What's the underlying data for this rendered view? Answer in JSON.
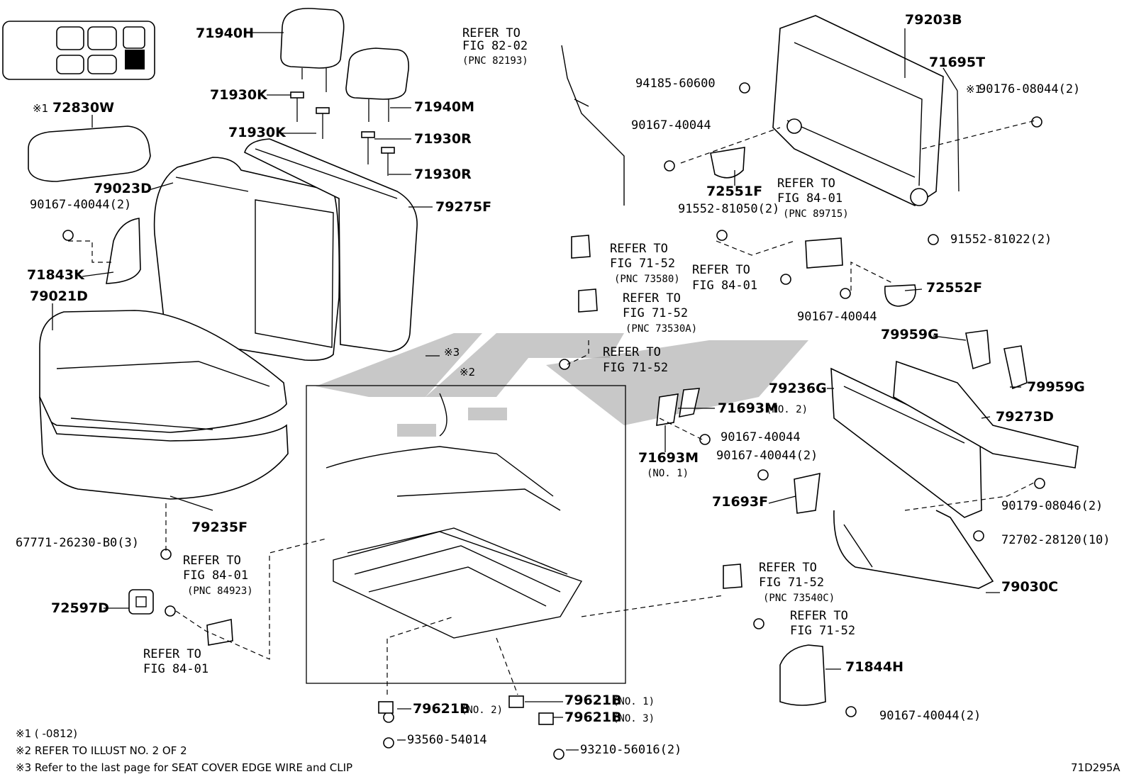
{
  "figure_code": "71D295A",
  "part_labels": {
    "p71940H": "71940H",
    "p71930K_a": "71930K",
    "p71930K_b": "71930K",
    "p72830W": "72830W",
    "p72830W_mark": "※1",
    "p79023D": "79023D",
    "p90167_40044_2_a": "90167-40044(2)",
    "p71843K": "71843K",
    "p79021D": "79021D",
    "p71940M": "71940M",
    "p71930R_a": "71930R",
    "p71930R_b": "71930R",
    "p79275F": "79275F",
    "p79235F": "79235F",
    "p67771": "67771-26230-B0(3)",
    "p72597D": "72597D",
    "p79621B_2": "79621B",
    "p79621B_2_no": "(NO. 2)",
    "p79621B_1": "79621B",
    "p79621B_1_no": "(NO. 1)",
    "p79621B_3": "79621B",
    "p79621B_3_no": "(NO. 3)",
    "p93560": "93560-54014",
    "p93210": "93210-56016(2)",
    "p79203B": "79203B",
    "p71695T": "71695T",
    "p90176": "90176-08044(2)",
    "p90176_mark": "※1",
    "p94185": "94185-60600",
    "p90167_40044_a": "90167-40044",
    "p72551F": "72551F",
    "p91552_81050": "91552-81050(2)",
    "p91552_81022": "91552-81022(2)",
    "p72552F": "72552F",
    "p90167_40044_b": "90167-40044",
    "p79959G_a": "79959G",
    "p79959G_b": "79959G",
    "p79236G": "79236G",
    "p79273D": "79273D",
    "p71693M_2": "71693M",
    "p71693M_2_no": "(NO. 2)",
    "p90167_40044_c": "90167-40044",
    "p90167_40044_2_b": "90167-40044(2)",
    "p71693M_1": "71693M",
    "p71693M_1_no": "(NO. 1)",
    "p71693F": "71693F",
    "p90179": "90179-08046(2)",
    "p72702": "72702-28120(10)",
    "p79030C": "79030C",
    "p71844H": "71844H",
    "p90167_40044_2_c": "90167-40044(2)",
    "mark3": "※3",
    "mark2": "※2"
  },
  "references": {
    "r1_l1": "REFER TO",
    "r1_l2": "FIG 82-02",
    "r1_l3": "(PNC 82193)",
    "r2_l1": "REFER TO",
    "r2_l2": "FIG 71-52",
    "r2_l3": "(PNC 73580)",
    "r3_l1": "REFER TO",
    "r3_l2": "FIG 71-52",
    "r3_l3": "(PNC 73530A)",
    "r4_l1": "REFER TO",
    "r4_l2": "FIG 71-52",
    "r5_l1": "REFER TO",
    "r5_l2": "FIG 84-01",
    "r5_l3": "(PNC 89715)",
    "r6_l1": "REFER TO",
    "r6_l2": "FIG 84-01",
    "r7_l1": "REFER TO",
    "r7_l2": "FIG 84-01",
    "r7_l3": "(PNC 84923)",
    "r8_l1": "REFER TO",
    "r8_l2": "FIG 84-01",
    "r9_l1": "REFER TO",
    "r9_l2": "FIG 71-52",
    "r9_l3": "(PNC 73540C)",
    "r10_l1": "REFER TO",
    "r10_l2": "FIG 71-52"
  },
  "footnotes": {
    "n1": "※1 (     -0812)",
    "n2": "※2 REFER TO ILLUST NO. 2 OF 2",
    "n3": "※3 Refer to the last page for SEAT COVER EDGE WIRE and CLIP"
  },
  "icons": {
    "legend": "seat-layout-legend-icon",
    "watermark": "brand-watermark-logo"
  }
}
